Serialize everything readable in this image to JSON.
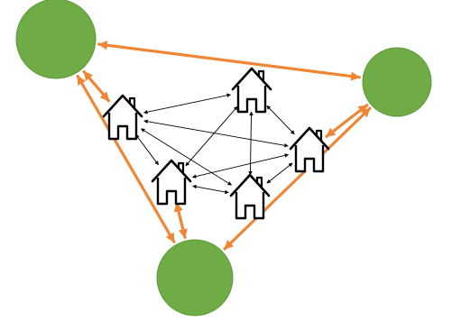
{
  "colors": {
    "hub_fill": "#6fac46",
    "hub_edge": "#5a9a38",
    "hub_link": "#ee8636",
    "house_link": "#000000",
    "house_stroke": "#000000",
    "house_fill": "#ffffff",
    "background": "#ffffff"
  },
  "hubs": [
    {
      "id": "hub-top-left",
      "shape": "green-circle"
    },
    {
      "id": "hub-right",
      "shape": "green-circle"
    },
    {
      "id": "hub-bottom",
      "shape": "green-circle"
    }
  ],
  "houses": [
    {
      "id": "house-left",
      "icon": "house-icon"
    },
    {
      "id": "house-top",
      "icon": "house-icon"
    },
    {
      "id": "house-right",
      "icon": "house-icon"
    },
    {
      "id": "house-bottom-left",
      "icon": "house-icon"
    },
    {
      "id": "house-bottom-right",
      "icon": "house-icon"
    }
  ],
  "hub_links": [
    {
      "from": "hub-top-left",
      "to": "hub-right"
    },
    {
      "from": "hub-top-left",
      "to": "hub-bottom"
    },
    {
      "from": "hub-right",
      "to": "hub-bottom"
    },
    {
      "from": "hub-top-left",
      "to": "house-left"
    },
    {
      "from": "hub-right",
      "to": "house-right"
    },
    {
      "from": "hub-bottom",
      "to": "house-bottom-left"
    }
  ],
  "house_links": [
    {
      "from": "house-left",
      "to": "house-top"
    },
    {
      "from": "house-left",
      "to": "house-right"
    },
    {
      "from": "house-left",
      "to": "house-bottom-left"
    },
    {
      "from": "house-left",
      "to": "house-bottom-right"
    },
    {
      "from": "house-top",
      "to": "house-right"
    },
    {
      "from": "house-top",
      "to": "house-bottom-left"
    },
    {
      "from": "house-top",
      "to": "house-bottom-right"
    },
    {
      "from": "house-right",
      "to": "house-bottom-left"
    },
    {
      "from": "house-right",
      "to": "house-bottom-right"
    },
    {
      "from": "house-bottom-left",
      "to": "house-bottom-right"
    }
  ]
}
